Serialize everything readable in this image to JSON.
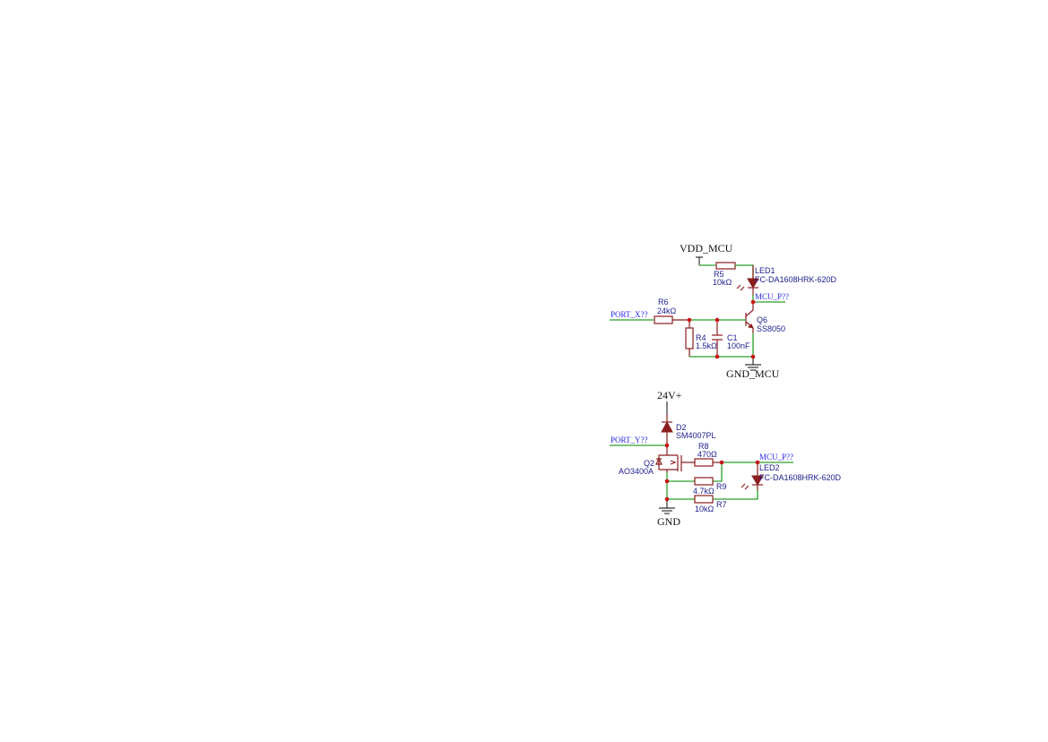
{
  "circuit1": {
    "power": "VDD_MCU",
    "ground": "GND_MCU",
    "net_port": "PORT_X??",
    "net_mcu": "MCU_P??",
    "R5": {
      "ref": "R5",
      "value": "10kΩ"
    },
    "LED1": {
      "ref": "LED1",
      "value": "FC-DA1608HRK-620D"
    },
    "R6": {
      "ref": "R6",
      "value": "24kΩ"
    },
    "R4": {
      "ref": "R4",
      "value": "1.5kΩ"
    },
    "C1": {
      "ref": "C1",
      "value": "100nF"
    },
    "Q6": {
      "ref": "Q6",
      "value": "SS8050"
    }
  },
  "circuit2": {
    "power": "24V+",
    "ground": "GND",
    "net_port": "PORT_Y??",
    "net_mcu": "MCU_P??",
    "D2": {
      "ref": "D2",
      "value": "SM4007PL"
    },
    "Q2": {
      "ref": "Q2",
      "value": "AO3400A"
    },
    "R8": {
      "ref": "R8",
      "value": "470Ω"
    },
    "R9": {
      "ref": "R9",
      "value": "4.7kΩ"
    },
    "R7": {
      "ref": "R7",
      "value": "10kΩ"
    },
    "LED2": {
      "ref": "LED2",
      "value": "FC-DA1608HRK-620D"
    }
  },
  "colors": {
    "wire": "#2aa02a",
    "component": "#8b1d1d",
    "junction": "#c81414",
    "designator": "#1c1c8c",
    "net_label": "#2a2ae8"
  }
}
